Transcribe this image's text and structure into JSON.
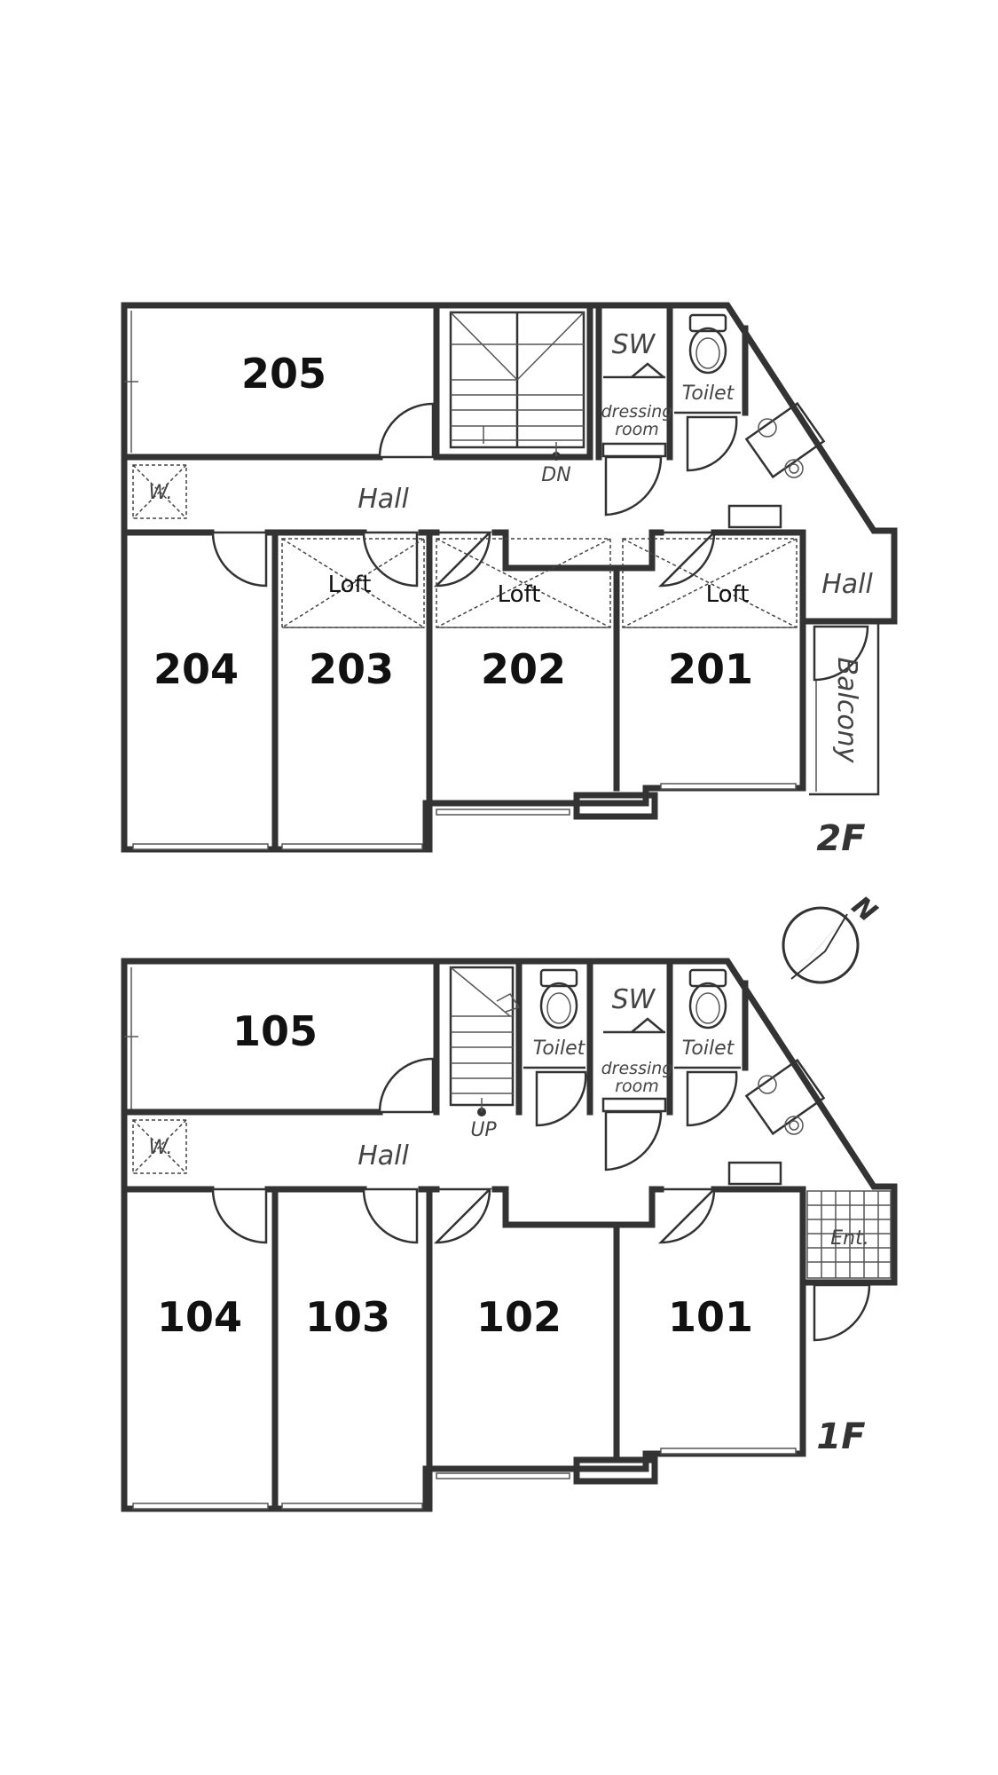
{
  "floors": {
    "second": {
      "floor_label": "2F",
      "rooms": {
        "r205": "205",
        "r204": "204",
        "r203": "203",
        "r202": "202",
        "r201": "201"
      },
      "hall": "Hall",
      "hall_side": "Hall",
      "balcony": "Balcony",
      "washer": "W.",
      "stairs": "DN",
      "sw": "SW",
      "dressing_1": "dressing",
      "dressing_2": "room",
      "toilet": "Toilet",
      "loft": "Loft"
    },
    "first": {
      "floor_label": "1F",
      "rooms": {
        "r105": "105",
        "r104": "104",
        "r103": "103",
        "r102": "102",
        "r101": "101"
      },
      "hall": "Hall",
      "entrance": "Ent.",
      "washer": "W.",
      "stairs": "UP",
      "sw": "SW",
      "dressing_1": "dressing",
      "dressing_2": "room",
      "toilet": "Toilet"
    }
  },
  "compass": {
    "north": "N"
  }
}
